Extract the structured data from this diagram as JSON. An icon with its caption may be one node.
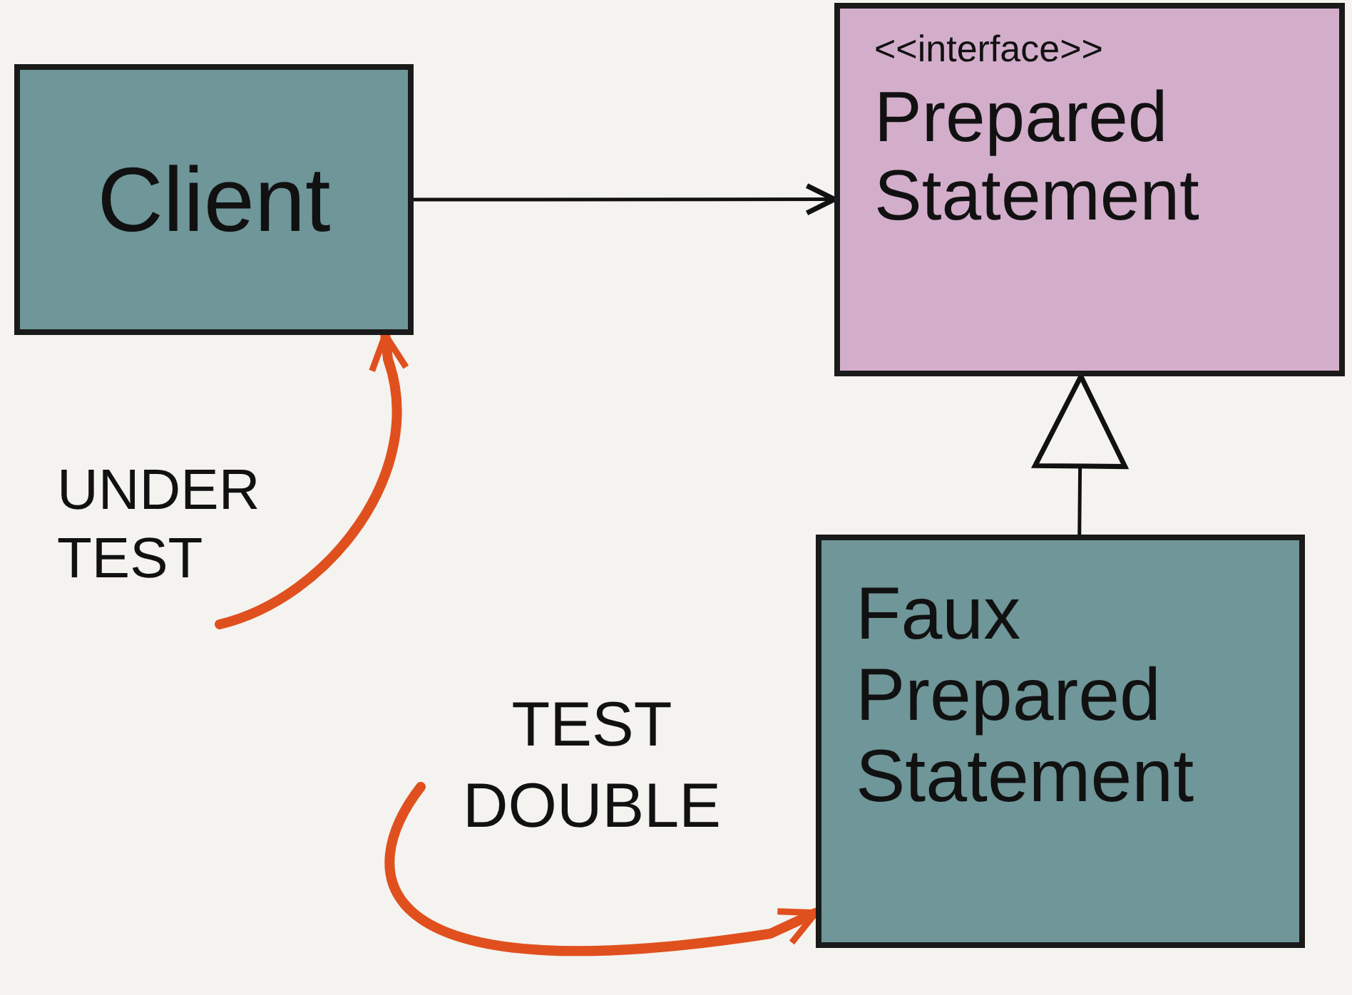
{
  "diagram": {
    "nodes": [
      {
        "text": [
          "Client"
        ]
      },
      {
        "text": [
          "<<interface>>",
          "Prepared Statement"
        ]
      },
      {
        "text": [
          "Faux Prepared Statement"
        ]
      },
      {
        "text": [
          "UNDER TEST"
        ]
      },
      {
        "text": [
          "TEST DOUBLE"
        ]
      }
    ],
    "edges": [
      {
        "from": 0,
        "to": 1,
        "arrow": "to"
      },
      {
        "from": 2,
        "to": 1,
        "arrow": "to"
      },
      {
        "from": 3,
        "to": 0,
        "arrow": "to",
        "style": "thick",
        "color": "#e0501e"
      },
      {
        "from": 4,
        "to": 2,
        "arrow": "to",
        "style": "thick",
        "color": "#e0501e"
      }
    ]
  }
}
